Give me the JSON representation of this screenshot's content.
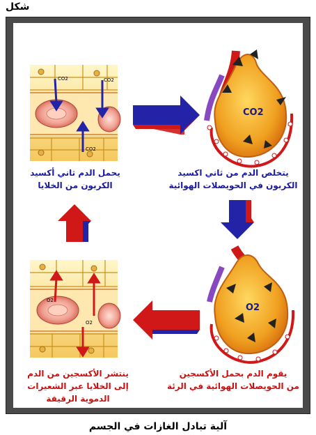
{
  "header": {
    "label": "شكل"
  },
  "footer": {
    "title": "آلية تبادل الغازات في الجسم"
  },
  "panels": {
    "top_left": {
      "line1": "يحمل الدم ثاني أكسيد",
      "line2": "الكربون من الخلايا"
    },
    "top_right": {
      "line1": "يتخلص الدم من ثاني اكسيد",
      "line2": "الكربون في الحويصلات الهوائية"
    },
    "bottom_left": {
      "line1": "ينتشر الأكسجين من الدم",
      "line2": "إلى الخلايا عبر الشعيرات",
      "line3": "الدموية الرقيقة"
    },
    "bottom_right": {
      "line1": "يقوم الدم بحمل الأكسجين",
      "line2": "من الحويصلات الهوائية في الرئة"
    }
  },
  "labels": {
    "co2_alveolus": "CO2",
    "o2_alveolus": "O2",
    "co2_cell_a": "CO2",
    "co2_cell_b": "CO2",
    "co2_cell_c": "CO2",
    "o2_cell_a": "O2",
    "o2_cell_b": "O2"
  },
  "colors": {
    "blue": "#2323a8",
    "red": "#d01818",
    "caption_blue": "#1a1aa0",
    "caption_red": "#cc1010"
  }
}
